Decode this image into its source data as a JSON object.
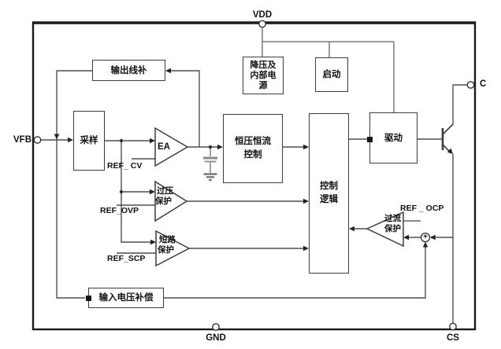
{
  "pins": {
    "vdd": "VDD",
    "vfb": "VFB",
    "gnd": "GND",
    "cs": "CS",
    "c": "C"
  },
  "blocks": {
    "output_line_comp": "输出线补",
    "sampling": "采样",
    "buck_internal_supply": [
      "降压及",
      "内部电",
      "源"
    ],
    "startup": "启动",
    "cvcc_control": [
      "恒压恒流",
      "控制"
    ],
    "control_logic": [
      "控制",
      "逻辑"
    ],
    "driver": "驱动",
    "input_voltage_comp": "输入电压补偿"
  },
  "amplifiers": {
    "error_amp": "EA",
    "ovp": [
      "过压",
      "保护"
    ],
    "scp": [
      "短路",
      "保护"
    ],
    "ocp": [
      "过流",
      "保护"
    ]
  },
  "references": {
    "cv": "REF_ CV",
    "ovp": "REF_OVP",
    "scp": "REF_SCP",
    "ocp": "REF _ OCP"
  },
  "summing_node": "+",
  "colors": {
    "line": "#555555",
    "bus": "#7a7a7a",
    "border": "#1a1a1a",
    "accent": "#151515"
  }
}
